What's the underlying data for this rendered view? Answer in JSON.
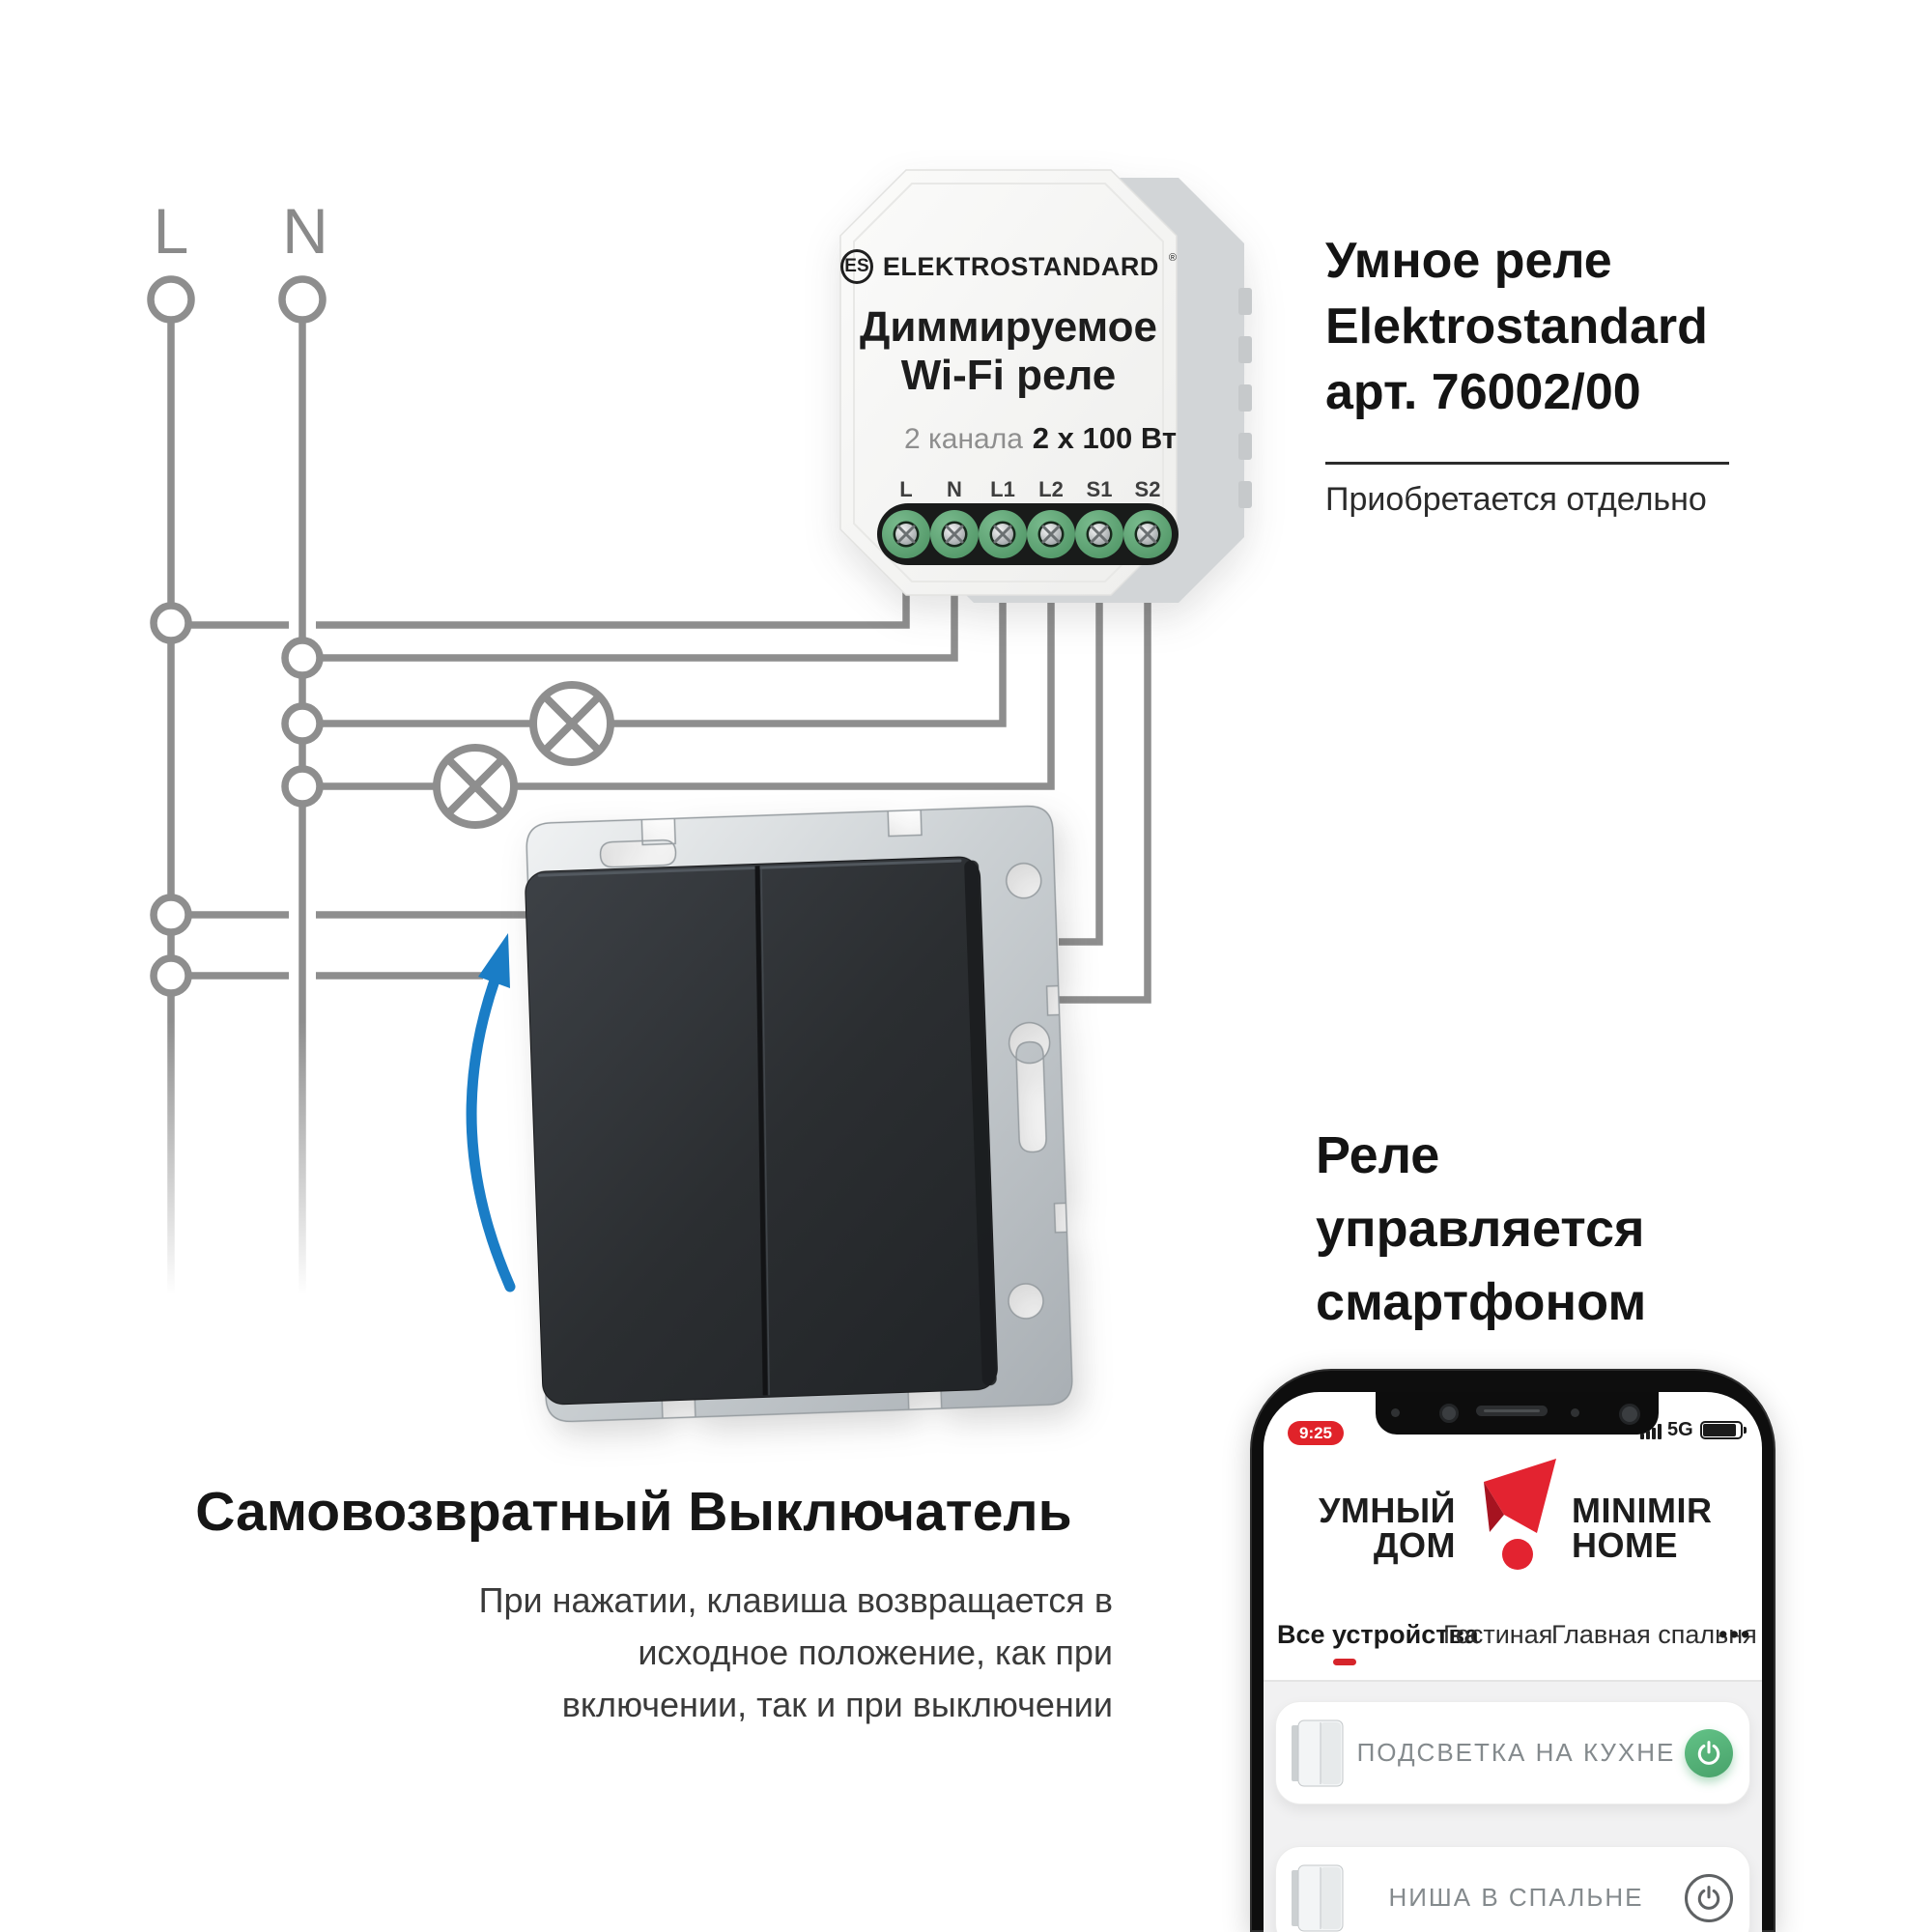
{
  "wiring": {
    "line_label": "L",
    "neutral_label": "N"
  },
  "relay": {
    "logo_es": "ES",
    "logo_name": "ELEKTROSTANDARD",
    "logo_reg": "®",
    "title_line1": "Диммируемое",
    "title_line2": "Wi-Fi реле",
    "channels": "2 канала",
    "power_rating": "2 x 100 Вт",
    "terminals": [
      "L",
      "N",
      "L1",
      "L2",
      "S1",
      "S2"
    ]
  },
  "product_note": {
    "line1": "Умное реле",
    "line2": "Elektrostandard",
    "line3": "арт. 76002/00",
    "purchase_note": "Приобретается отдельно"
  },
  "relay_control_note": {
    "line1": "Реле",
    "line2": "управляется",
    "line3": "смартфоном"
  },
  "switch_note": {
    "title": "Самовозвратный Выключатель",
    "desc_line1": "При нажатии, клавиша возвращается в",
    "desc_line2": "исходное положение, как при",
    "desc_line3": "включении, так и при выключении"
  },
  "phone": {
    "status": {
      "time": "9:25",
      "network": "5G"
    },
    "logo": {
      "left_top": "УМНЫЙ",
      "left_bottom": "ДОМ",
      "right_top": "MINIMIR",
      "right_bottom": "HOME"
    },
    "tabs": [
      {
        "label": "Все устройства",
        "active": true
      },
      {
        "label": "Гостиная",
        "active": false
      },
      {
        "label": "Главная спальня",
        "active": false
      },
      {
        "label": "•••",
        "active": false
      }
    ],
    "devices": [
      {
        "name": "ПОДСВЕТКА НА КУХНЕ",
        "state": "on"
      },
      {
        "name": "НИША В СПАЛЬНЕ",
        "state": "off"
      }
    ]
  },
  "colors": {
    "accent_red": "#e0232a",
    "logo_red": "#e32330",
    "logo_red_dark": "#a61320",
    "green_on": "#4fae72",
    "wire_gray": "#8e8e8e",
    "arrow_blue": "#1a7dc6"
  }
}
